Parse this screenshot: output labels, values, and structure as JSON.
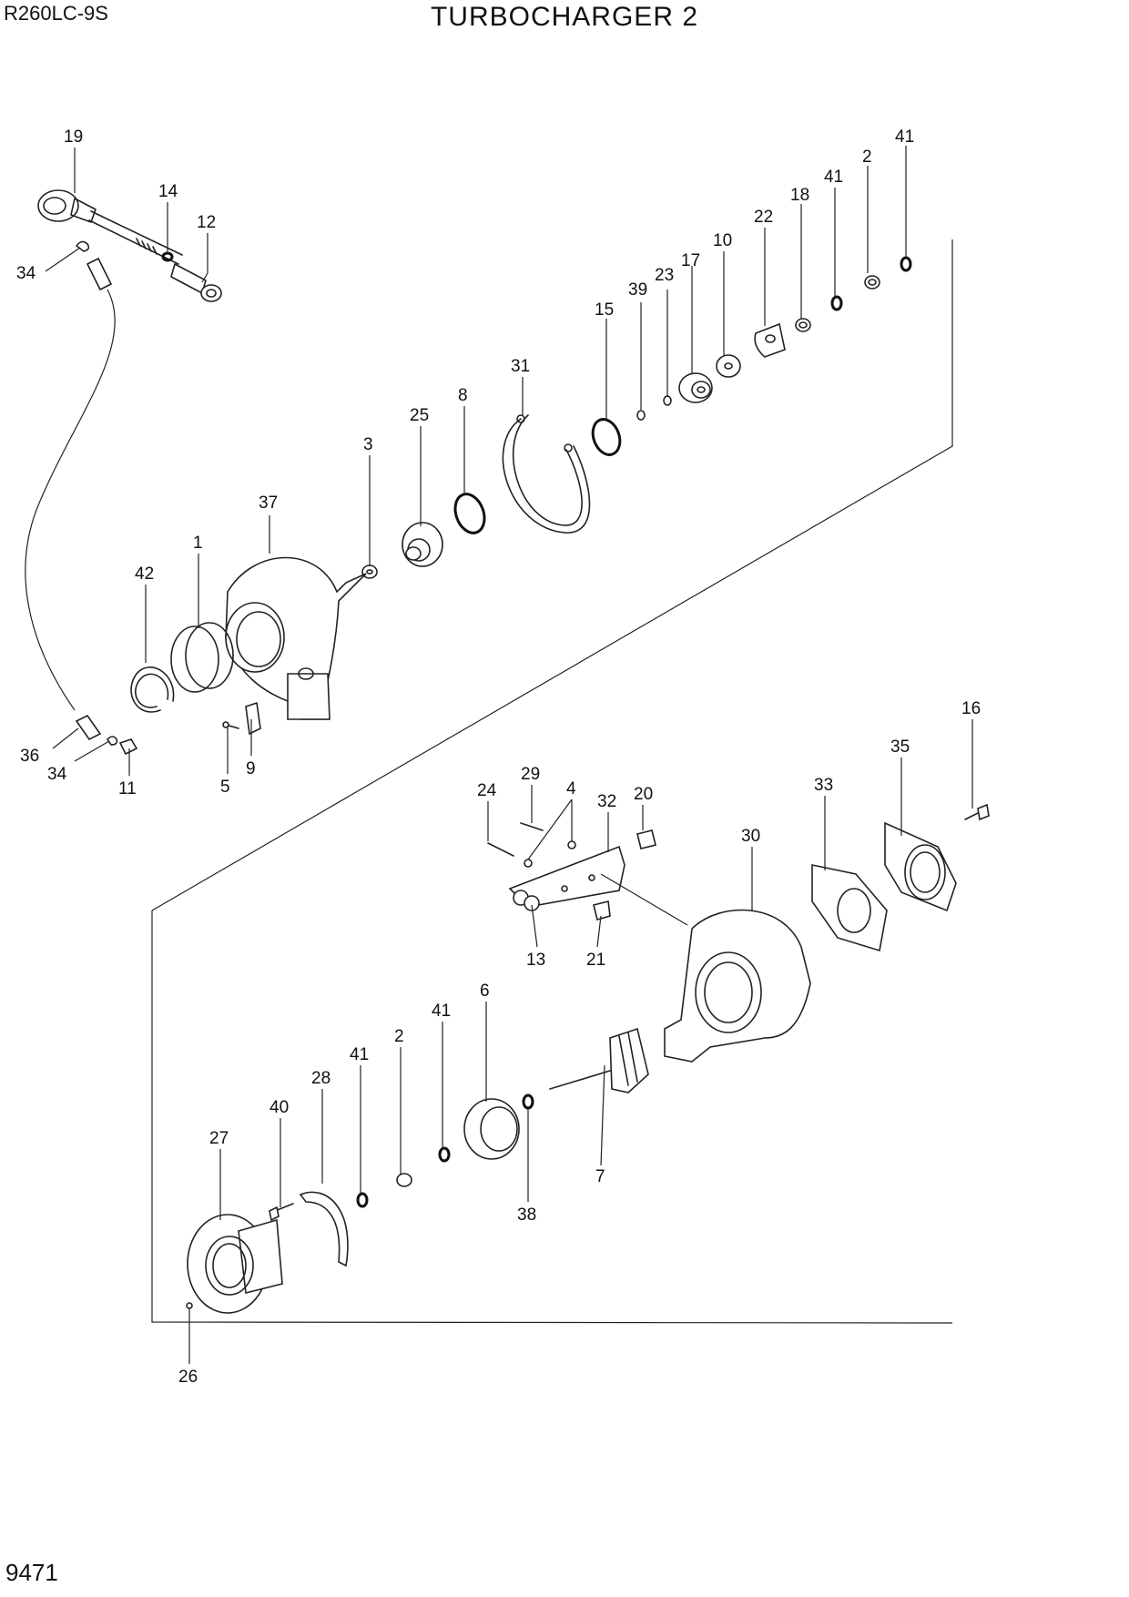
{
  "header": {
    "model": "R260LC-9S",
    "title": "TURBOCHARGER 2"
  },
  "footer": {
    "page_number": "9471"
  },
  "callouts": [
    {
      "id": "19",
      "label": "19"
    },
    {
      "id": "14",
      "label": "14"
    },
    {
      "id": "12a",
      "label": "12"
    },
    {
      "id": "34a",
      "label": "34"
    },
    {
      "id": "41a",
      "label": "41"
    },
    {
      "id": "2a",
      "label": "2"
    },
    {
      "id": "41b",
      "label": "41"
    },
    {
      "id": "18",
      "label": "18"
    },
    {
      "id": "22",
      "label": "22"
    },
    {
      "id": "10",
      "label": "10"
    },
    {
      "id": "17",
      "label": "17"
    },
    {
      "id": "23",
      "label": "23"
    },
    {
      "id": "39",
      "label": "39"
    },
    {
      "id": "15",
      "label": "15"
    },
    {
      "id": "31",
      "label": "31"
    },
    {
      "id": "8",
      "label": "8"
    },
    {
      "id": "25",
      "label": "25"
    },
    {
      "id": "3",
      "label": "3"
    },
    {
      "id": "37",
      "label": "37"
    },
    {
      "id": "1",
      "label": "1"
    },
    {
      "id": "42",
      "label": "42"
    },
    {
      "id": "36",
      "label": "36"
    },
    {
      "id": "34b",
      "label": "34"
    },
    {
      "id": "11",
      "label": "11"
    },
    {
      "id": "5",
      "label": "5"
    },
    {
      "id": "9",
      "label": "9"
    },
    {
      "id": "16",
      "label": "16"
    },
    {
      "id": "35",
      "label": "35"
    },
    {
      "id": "33",
      "label": "33"
    },
    {
      "id": "30",
      "label": "30"
    },
    {
      "id": "20",
      "label": "20"
    },
    {
      "id": "32",
      "label": "32"
    },
    {
      "id": "4",
      "label": "4"
    },
    {
      "id": "29",
      "label": "29"
    },
    {
      "id": "24",
      "label": "24"
    },
    {
      "id": "13",
      "label": "13"
    },
    {
      "id": "21",
      "label": "21"
    },
    {
      "id": "6",
      "label": "6"
    },
    {
      "id": "41c",
      "label": "41"
    },
    {
      "id": "2b",
      "label": "2"
    },
    {
      "id": "41d",
      "label": "41"
    },
    {
      "id": "28",
      "label": "28"
    },
    {
      "id": "40",
      "label": "40"
    },
    {
      "id": "27",
      "label": "27"
    },
    {
      "id": "26",
      "label": "26"
    },
    {
      "id": "38",
      "label": "38"
    },
    {
      "id": "7",
      "label": "7"
    }
  ]
}
